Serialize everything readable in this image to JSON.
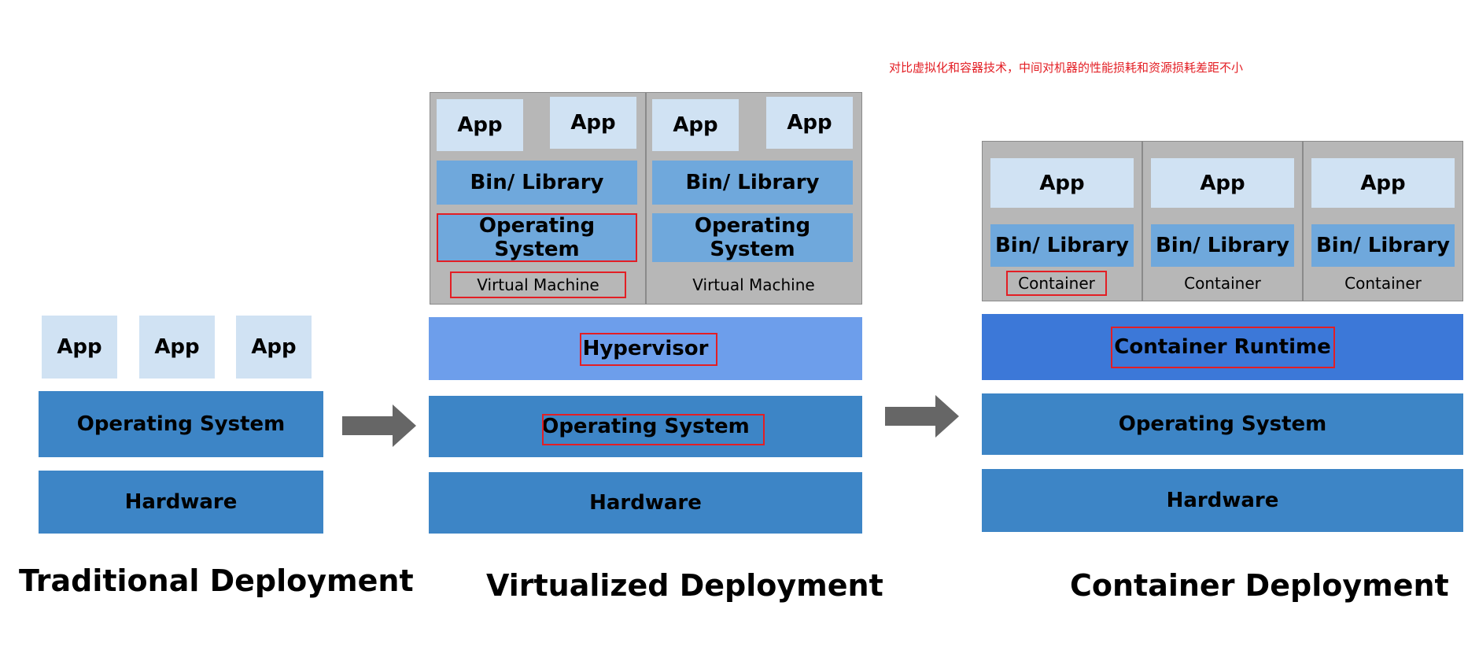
{
  "note": "对比虚拟化和容器技术，中间对机器的性能损耗和资源损耗差距不小",
  "labels": {
    "app": "App",
    "bin_library": "Bin/ Library",
    "operating_system": "Operating System",
    "hardware": "Hardware",
    "virtual_machine": "Virtual Machine",
    "hypervisor": "Hypervisor",
    "container": "Container",
    "container_runtime": "Container Runtime"
  },
  "titles": {
    "traditional": "Traditional Deployment",
    "virtualized": "Virtualized Deployment",
    "container": "Container Deployment"
  },
  "colors": {
    "app": "#d0e2f3",
    "bin_library": "#6fa8dc",
    "operating_system": "#3d85c6",
    "hypervisor": "#6d9eeb",
    "container_runtime": "#3c78d8",
    "enclosure": "#b7b7b7",
    "highlight": "#e31e24",
    "arrow": "#666666"
  }
}
